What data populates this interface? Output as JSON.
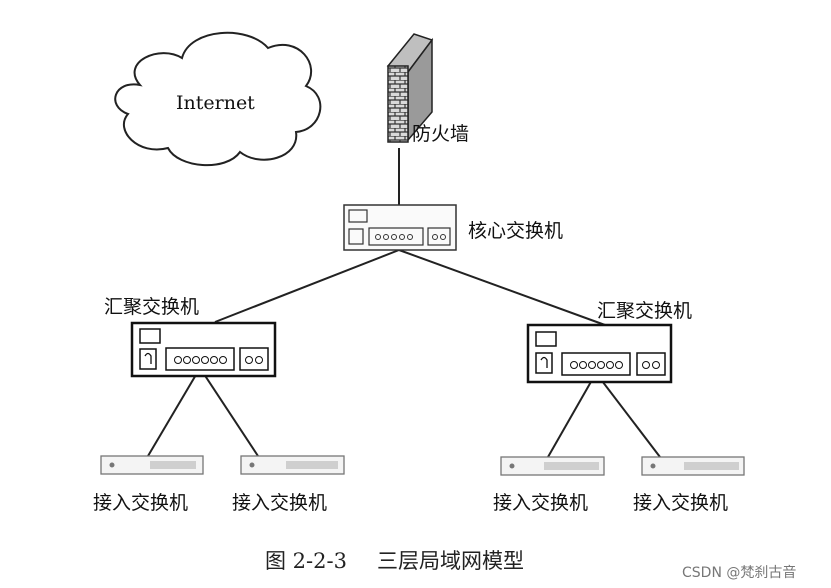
{
  "nodes": {
    "internet": "Internet",
    "firewall": "防火墙",
    "core": "核心交换机",
    "agg_left": "汇聚交换机",
    "agg_right": "汇聚交换机",
    "access_1": "接入交换机",
    "access_2": "接入交换机",
    "access_3": "接入交换机",
    "access_4": "接入交换机"
  },
  "caption": {
    "number": "图 2-2-3",
    "title": "三层局域网模型"
  },
  "watermark": "CSDN @梵刹古音"
}
